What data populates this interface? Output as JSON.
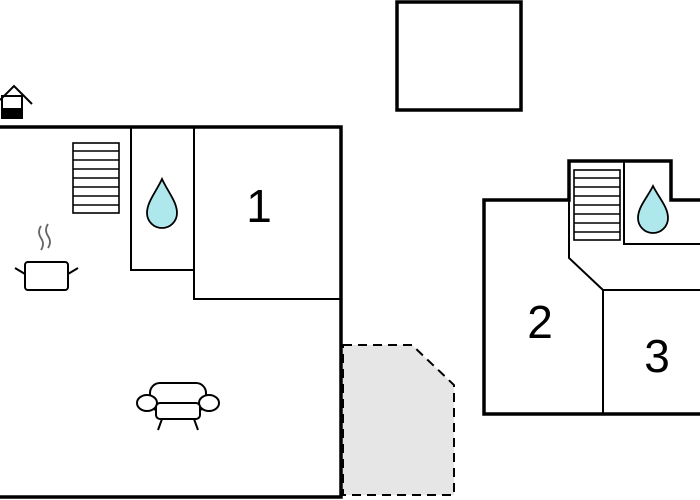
{
  "floorplan": {
    "rooms": [
      {
        "number": "1"
      },
      {
        "number": "2"
      },
      {
        "number": "3"
      }
    ],
    "icons": [
      "house-icon",
      "stairs-icon",
      "water-drop-icon",
      "cooking-pot-icon",
      "sofa-icon"
    ],
    "colors": {
      "wall": "#000000",
      "water": "#aee8ec",
      "terrace": "#e6e6e6"
    }
  }
}
